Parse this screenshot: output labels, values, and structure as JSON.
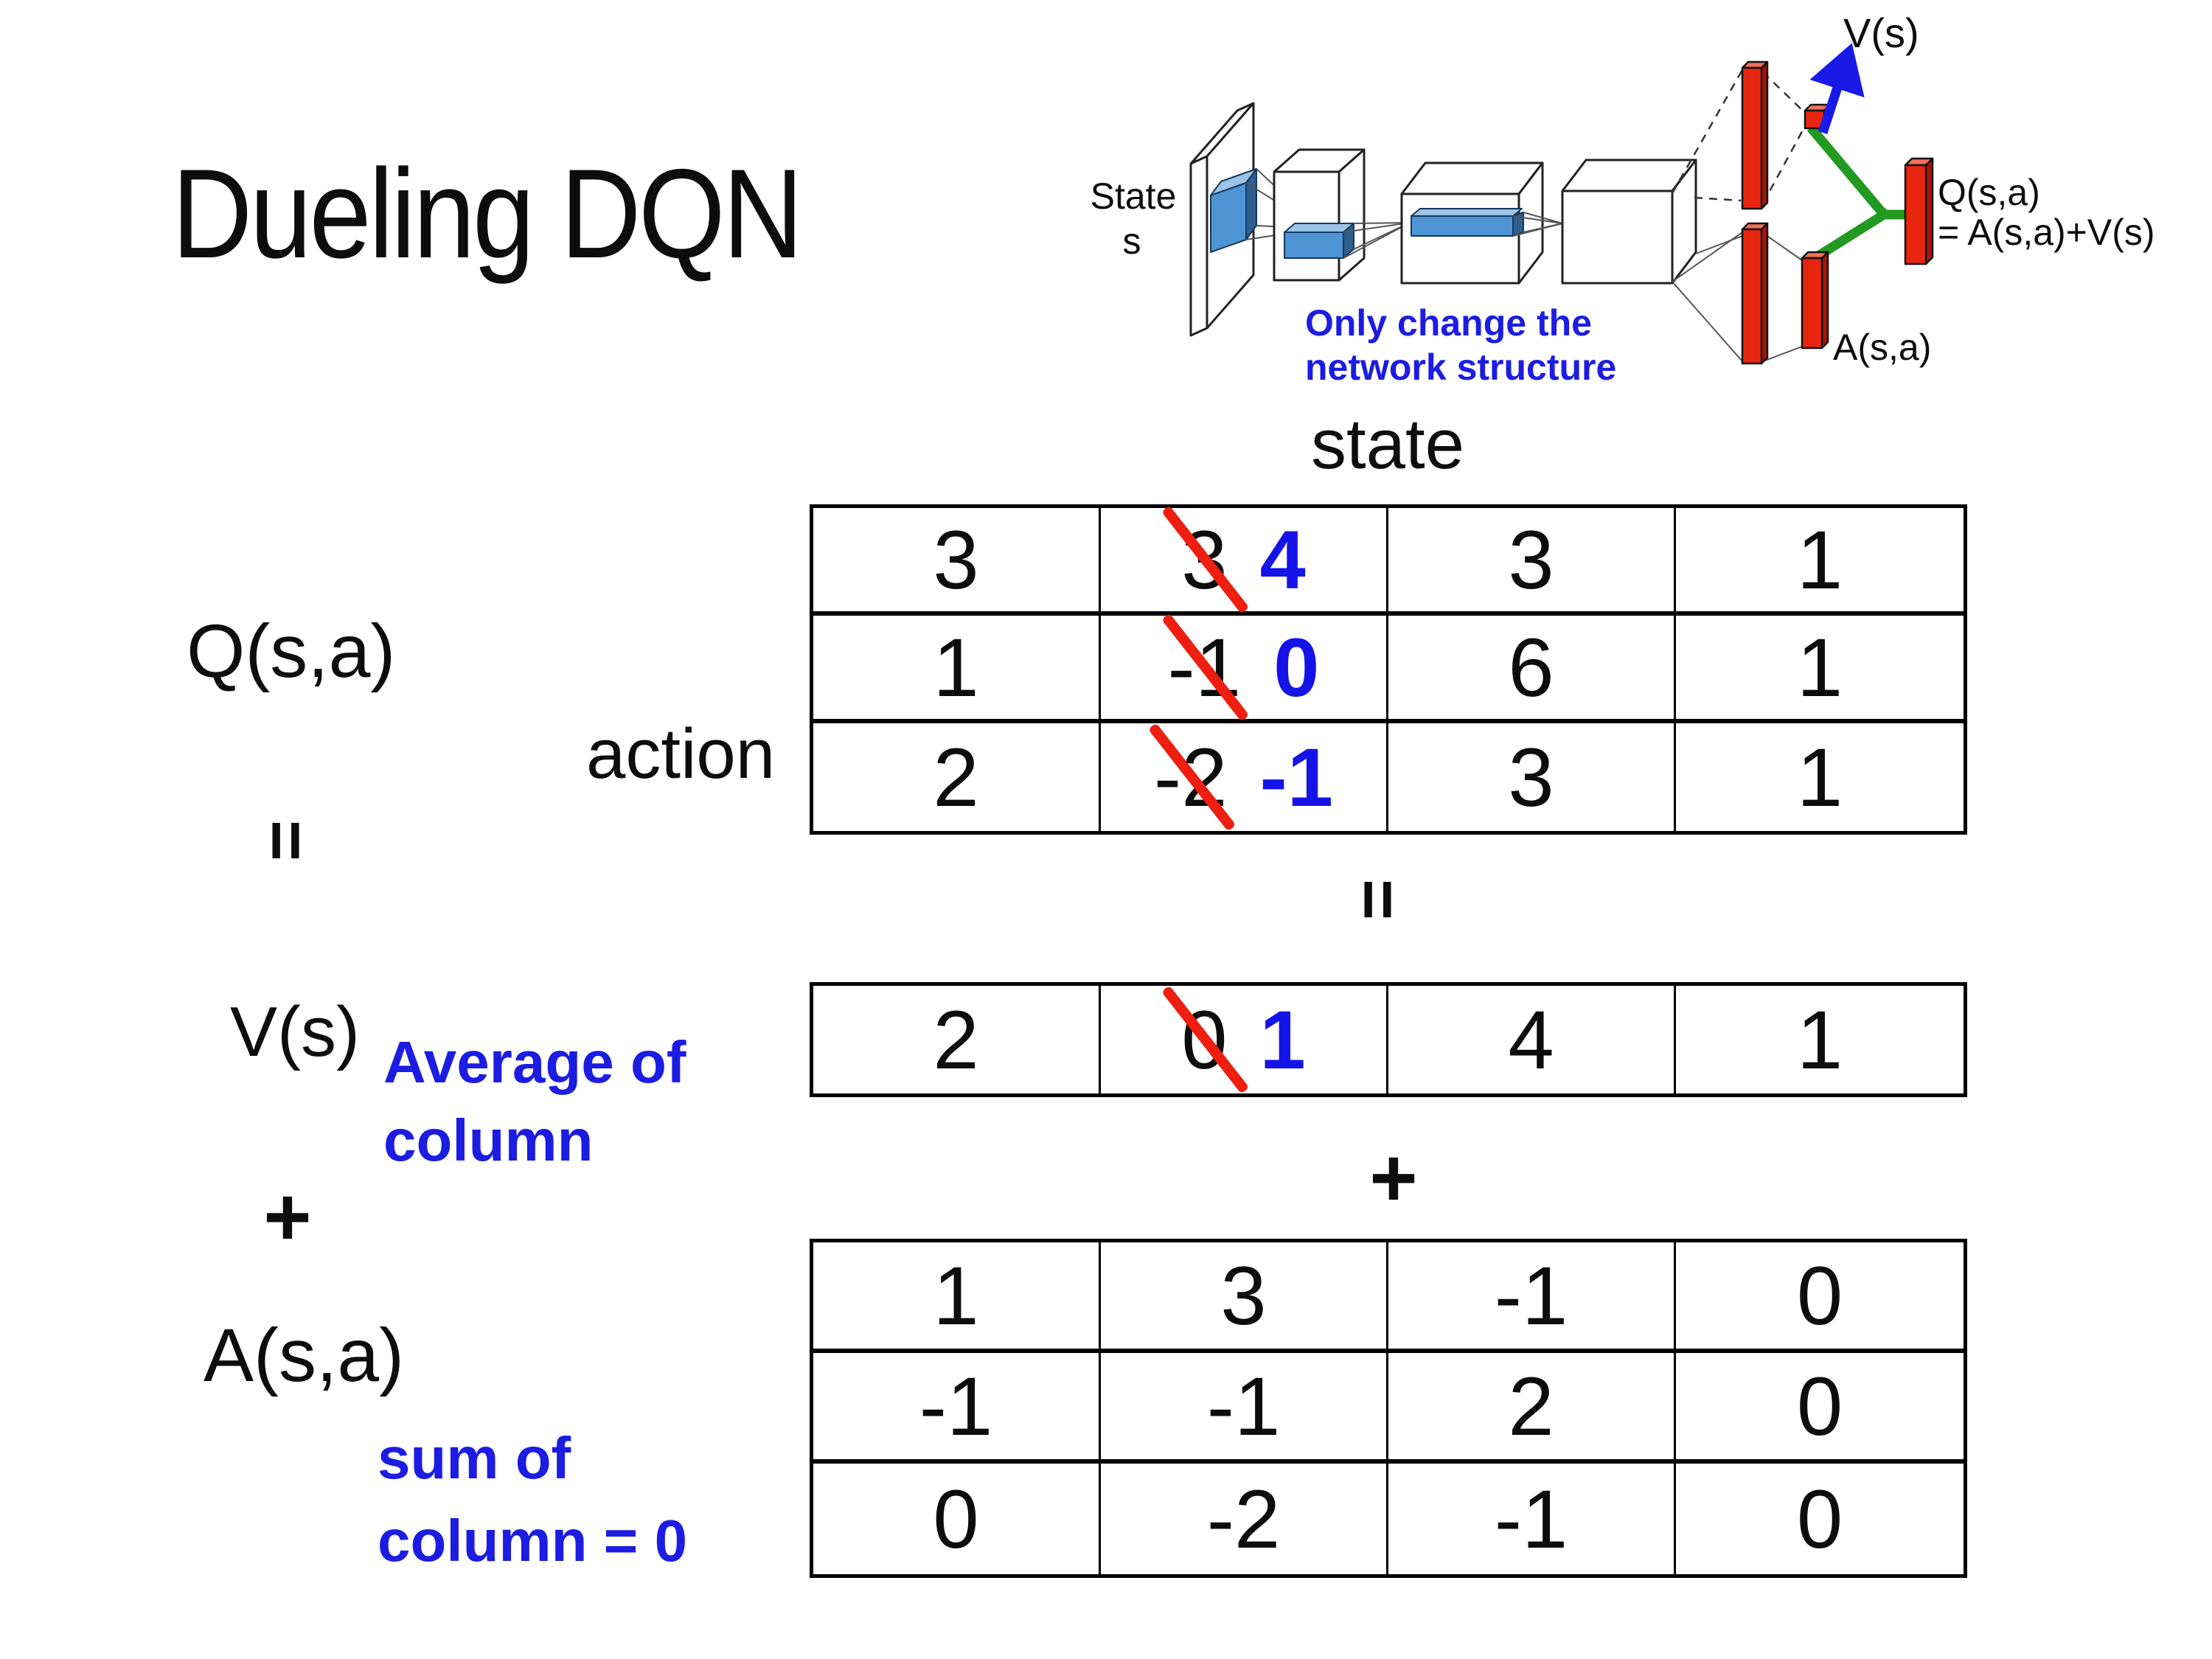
{
  "slide": {
    "title": "Dueling DQN"
  },
  "colors": {
    "text_black": "#0d0d0d",
    "note_blue": "#1c1ce2",
    "new_value_blue": "#1414e8",
    "strike_red": "#ee1e10",
    "bar_red": "#e8260f",
    "bar_red_dark": "#a81505",
    "bar_red_light": "#f4705c",
    "box_blue": "#4f94d4",
    "box_blue_light": "#9dc3e6",
    "box_blue_dark": "#2e5f8f",
    "link_green": "#229a22",
    "arrow_blue": "#1a1ae8"
  },
  "diagram": {
    "state_label_line1": "State",
    "state_label_line2": "s",
    "note_line1": "Only change the",
    "note_line2": "network structure",
    "v_output_label": "V(s)",
    "q_output_label": "Q(s,a)",
    "q_output_formula": "= A(s,a)+V(s)",
    "a_output_label": "A(s,a)"
  },
  "equation": {
    "q_label": "Q(s,a)",
    "action_label": "action",
    "state_label": "state",
    "equals_symbol": "=",
    "plus_symbol": "+",
    "v_label": "V(s)",
    "v_note_line1": "Average of",
    "v_note_line2": "column",
    "a_label": "A(s,a)",
    "a_note_line1": "sum of",
    "a_note_line2": "column = 0"
  },
  "q_table": {
    "r0": {
      "c0": "3",
      "c1_old": "3",
      "c1_new": "4",
      "c2": "3",
      "c3": "1"
    },
    "r1": {
      "c0": "1",
      "c1_old": "-1",
      "c1_new": "0",
      "c2": "6",
      "c3": "1"
    },
    "r2": {
      "c0": "2",
      "c1_old": "-2",
      "c1_new": "-1",
      "c2": "3",
      "c3": "1"
    }
  },
  "v_table": {
    "r0": {
      "c0": "2",
      "c1_old": "0",
      "c1_new": "1",
      "c2": "4",
      "c3": "1"
    }
  },
  "a_table": {
    "r0": {
      "c0": "1",
      "c1": "3",
      "c2": "-1",
      "c3": "0"
    },
    "r1": {
      "c0": "-1",
      "c1": "-1",
      "c2": "2",
      "c3": "0"
    },
    "r2": {
      "c0": "0",
      "c1": "-2",
      "c2": "-1",
      "c3": "0"
    }
  }
}
